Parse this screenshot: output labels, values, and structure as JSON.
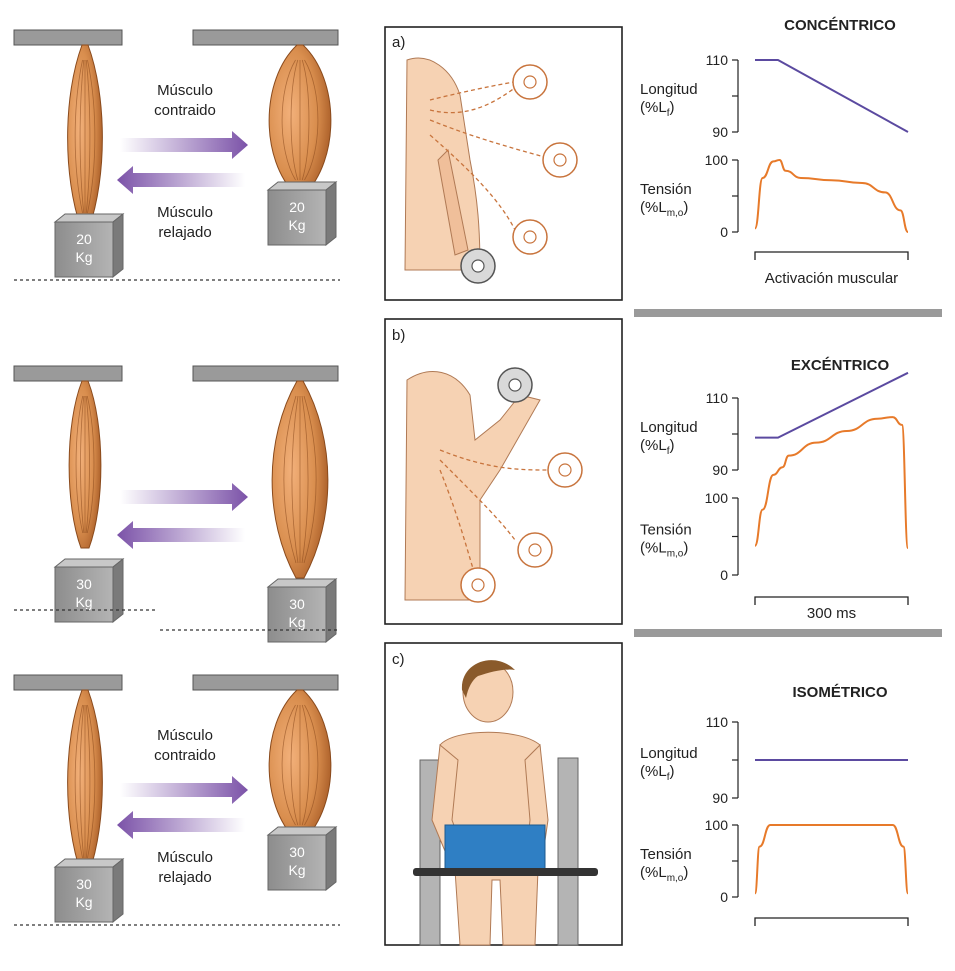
{
  "colors": {
    "muscle": "#d98e4e",
    "muscle_dark": "#a65a25",
    "arrow_purple": "#7b52a8",
    "length_line": "#5b4aa0",
    "tension_line": "#e77a2a",
    "divider": "#9a9a9a",
    "block": "#9a9a9a",
    "skin": "#f6d2b3",
    "shorts": "#2f7fc4"
  },
  "rows": [
    {
      "weight_top": "20",
      "weight_unit": "Kg",
      "label_contracted": [
        "Músculo",
        "contraido"
      ],
      "label_relaxed": [
        "Músculo",
        "relajado"
      ],
      "panel_letter": "a)",
      "mode_title": "CONCÉNTRICO",
      "bracket_label": "Activación muscular"
    },
    {
      "weight_top": "30",
      "weight_unit": "Kg",
      "label_contracted": [],
      "label_relaxed": [],
      "panel_letter": "b)",
      "mode_title": "EXCÉNTRICO",
      "bracket_label": "300 ms"
    },
    {
      "weight_top": "30",
      "weight_unit": "Kg",
      "label_contracted": [
        "Músculo",
        "contraido"
      ],
      "label_relaxed": [
        "Músculo",
        "relajado"
      ],
      "panel_letter": "c)",
      "mode_title": "ISOMÉTRICO",
      "bracket_label": ""
    }
  ],
  "axes": {
    "length_label": [
      "Longitud",
      "(%L",
      "f",
      ")"
    ],
    "tension_label": [
      "Tensión",
      "(%L",
      "m,o",
      ")"
    ],
    "length_ticks": [
      "110",
      "90"
    ],
    "tension_ticks": [
      "100",
      "0"
    ]
  },
  "chart_data": [
    {
      "type": "line",
      "title": "CONCÉNTRICO",
      "series": [
        {
          "name": "Longitud",
          "x": [
            0,
            0.15,
            1.0
          ],
          "y": [
            110,
            110,
            90
          ],
          "ylim": [
            90,
            110
          ]
        },
        {
          "name": "Tensión",
          "x": [
            0,
            0.05,
            0.12,
            0.16,
            0.2,
            0.3,
            0.5,
            0.7,
            0.85,
            0.95,
            1.0
          ],
          "y": [
            5,
            75,
            98,
            100,
            85,
            75,
            72,
            68,
            55,
            30,
            0
          ],
          "ylim": [
            0,
            100
          ]
        }
      ],
      "xlabel": "Activación muscular"
    },
    {
      "type": "line",
      "title": "EXCÉNTRICO",
      "series": [
        {
          "name": "Longitud",
          "x": [
            0,
            0.15,
            1.0
          ],
          "y": [
            99,
            99,
            117
          ],
          "ylim": [
            90,
            110
          ]
        },
        {
          "name": "Tensión",
          "x": [
            0,
            0.05,
            0.12,
            0.18,
            0.22,
            0.4,
            0.6,
            0.8,
            0.9,
            0.96,
            1.0
          ],
          "y": [
            38,
            85,
            130,
            140,
            155,
            172,
            187,
            203,
            205,
            195,
            35
          ],
          "ylim": [
            0,
            100
          ]
        }
      ],
      "xlabel": "300 ms"
    },
    {
      "type": "line",
      "title": "ISOMÉTRICO",
      "series": [
        {
          "name": "Longitud",
          "x": [
            0,
            1.0
          ],
          "y": [
            100,
            100
          ],
          "ylim": [
            90,
            110
          ]
        },
        {
          "name": "Tensión",
          "x": [
            0,
            0.03,
            0.1,
            0.9,
            0.97,
            1.0
          ],
          "y": [
            5,
            70,
            100,
            100,
            70,
            5
          ],
          "ylim": [
            0,
            100
          ]
        }
      ],
      "xlabel": ""
    }
  ]
}
